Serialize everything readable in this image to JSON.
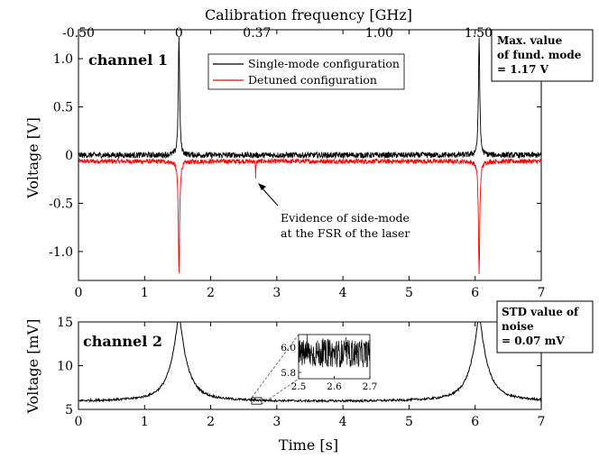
{
  "chart_data": [
    {
      "type": "line",
      "panel": "channel 1",
      "panel_label": "channel 1",
      "top_axis_label": "Calibration frequency [GHz]",
      "top_ticks": [
        {
          "label": "-0.50",
          "at_time_s": 0
        },
        {
          "label": "0",
          "at_time_s": 1.52
        },
        {
          "label": "0.37",
          "at_time_s": 2.7
        },
        {
          "label": "1.00",
          "at_time_s": 4.55
        },
        {
          "label": "1.50",
          "at_time_s": 6.05
        }
      ],
      "ylabel": "Voltage [V]",
      "xlim": [
        0,
        7
      ],
      "ylim": [
        -1.3,
        1.3
      ],
      "xticks": [
        "0",
        "1",
        "2",
        "3",
        "4",
        "5",
        "6",
        "7"
      ],
      "yticks": [
        {
          "label": "1.0",
          "value": 1.0
        },
        {
          "label": "0.5",
          "value": 0.5
        },
        {
          "label": "0",
          "value": 0
        },
        {
          "label": "-0.5",
          "value": -0.5
        },
        {
          "label": "-1.0",
          "value": -1.0
        }
      ],
      "legend_position": "top-center",
      "series": [
        {
          "name": "Single-mode configuration",
          "color": "#000000",
          "baseline": 0.0,
          "noise_band": [
            -0.05,
            0.05
          ],
          "peaks": [
            {
              "x": 1.52,
              "y": 1.22
            },
            {
              "x": 6.06,
              "y": 1.22
            }
          ]
        },
        {
          "name": "Detuned configuration",
          "color": "#ff0000",
          "baseline": -0.04,
          "noise_band": [
            -0.08,
            0.0
          ],
          "peaks": [
            {
              "x": 1.52,
              "y": -1.2
            },
            {
              "x": 2.68,
              "y": -0.2
            },
            {
              "x": 6.06,
              "y": -1.2
            }
          ]
        }
      ],
      "annotation": {
        "line1": "Evidence of side-mode",
        "line2": "at the FSR of the laser",
        "points_to_time_s": 2.68
      },
      "info_box": {
        "line1": "Max. value",
        "line2": "of fund. mode",
        "line3": "= 1.17 V"
      }
    },
    {
      "type": "line",
      "panel": "channel 2",
      "panel_label": "channel 2",
      "xlabel": "Time [s]",
      "ylabel": "Voltage [mV]",
      "xlim": [
        0,
        7
      ],
      "ylim": [
        5,
        15
      ],
      "xticks": [
        "0",
        "1",
        "2",
        "3",
        "4",
        "5",
        "6",
        "7"
      ],
      "yticks": [
        {
          "label": "15",
          "value": 15
        },
        {
          "label": "10",
          "value": 10
        },
        {
          "label": "5",
          "value": 5
        }
      ],
      "series": [
        {
          "color": "#000000",
          "baseline": 5.95,
          "peaks": [
            {
              "x": 1.52,
              "y": 15
            },
            {
              "x": 6.06,
              "y": 15
            }
          ]
        }
      ],
      "inset": {
        "xlim": [
          2.5,
          2.7
        ],
        "ylim": [
          5.75,
          6.1
        ],
        "xticks": [
          "2.5",
          "2.6",
          "2.7"
        ],
        "yticks": [
          {
            "label": "6.0",
            "value": 6.0
          },
          {
            "label": "5.8",
            "value": 5.8
          }
        ],
        "mean": 5.95
      },
      "info_box": {
        "line1": "STD value of",
        "line2": "noise",
        "line3": "= 0.07 mV"
      }
    }
  ]
}
